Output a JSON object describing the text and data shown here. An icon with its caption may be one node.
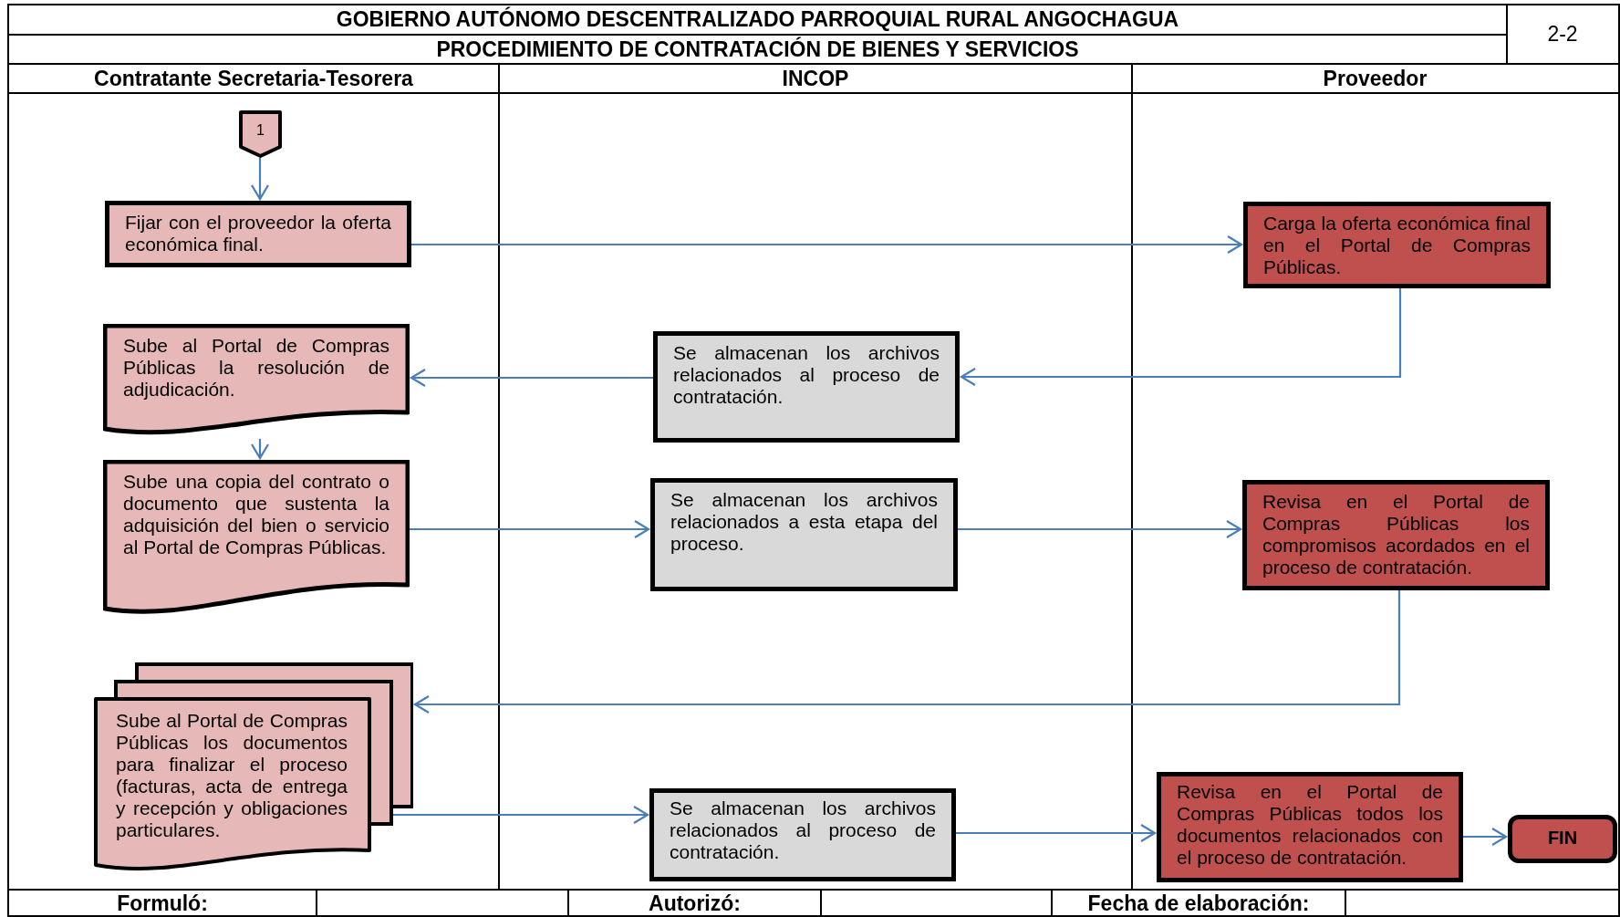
{
  "diagram": {
    "title": "GOBIERNO AUTÓNOMO DESCENTRALIZADO PARROQUIAL RURAL ANGOCHAGUA",
    "nodes": [
      {
        "text": [
          "1"
        ]
      },
      {
        "text": [
          "Fijar con el proveedor la oferta económica final."
        ]
      },
      {
        "text": [
          "Carga la oferta económica final en el Portal de Compras Públicas."
        ]
      },
      {
        "text": [
          "Sube al Portal de Compras Públicas la resolución de adjudicación."
        ]
      },
      {
        "text": [
          "Se almacenan los archivos relacionados al proceso de contratación."
        ]
      },
      {
        "text": [
          "Sube una copia del contrato o documento que sustenta la adquisición del bien o servicio al Portal de Compras Públicas."
        ]
      },
      {
        "text": [
          "Se almacenan los archivos relacionados a esta etapa del proceso."
        ]
      },
      {
        "text": [
          "Revisa en el Portal de Compras Públicas los compromisos acordados en el proceso de contratación."
        ]
      },
      {
        "text": [
          "Sube al Portal de Compras Públicas los documentos para finalizar el proceso (facturas, acta de entrega y recepción y obligaciones particulares."
        ]
      },
      {
        "text": [
          "Se almacenan los archivos relacionados al proceso de contratación."
        ]
      },
      {
        "text": [
          "Revisa en el Portal de Compras Públicas todos los documentos relacionados con el proceso de contratación."
        ]
      },
      {
        "text": [
          "FIN"
        ]
      }
    ],
    "edges": [
      {
        "from": 0,
        "to": 1,
        "arrow": "to"
      },
      {
        "from": 1,
        "to": 2,
        "arrow": "to"
      },
      {
        "from": 2,
        "to": 4,
        "arrow": "to"
      },
      {
        "from": 4,
        "to": 3,
        "arrow": "to"
      },
      {
        "from": 3,
        "to": 5,
        "arrow": "to"
      },
      {
        "from": 5,
        "to": 6,
        "arrow": "to"
      },
      {
        "from": 6,
        "to": 7,
        "arrow": "to"
      },
      {
        "from": 7,
        "to": 8,
        "arrow": "to"
      },
      {
        "from": 8,
        "to": 9,
        "arrow": "to"
      },
      {
        "from": 9,
        "to": 10,
        "arrow": "to"
      },
      {
        "from": 10,
        "to": 11,
        "arrow": "to"
      }
    ],
    "labels": [
      "PROCEDIMIENTO DE CONTRATACIÓN DE BIENES Y SERVICIOS",
      "2-2",
      "Contratante Secretaria-Tesorera",
      "INCOP",
      "Proveedor",
      "Formuló:",
      "Autorizó:",
      "Fecha de elaboración:"
    ]
  }
}
